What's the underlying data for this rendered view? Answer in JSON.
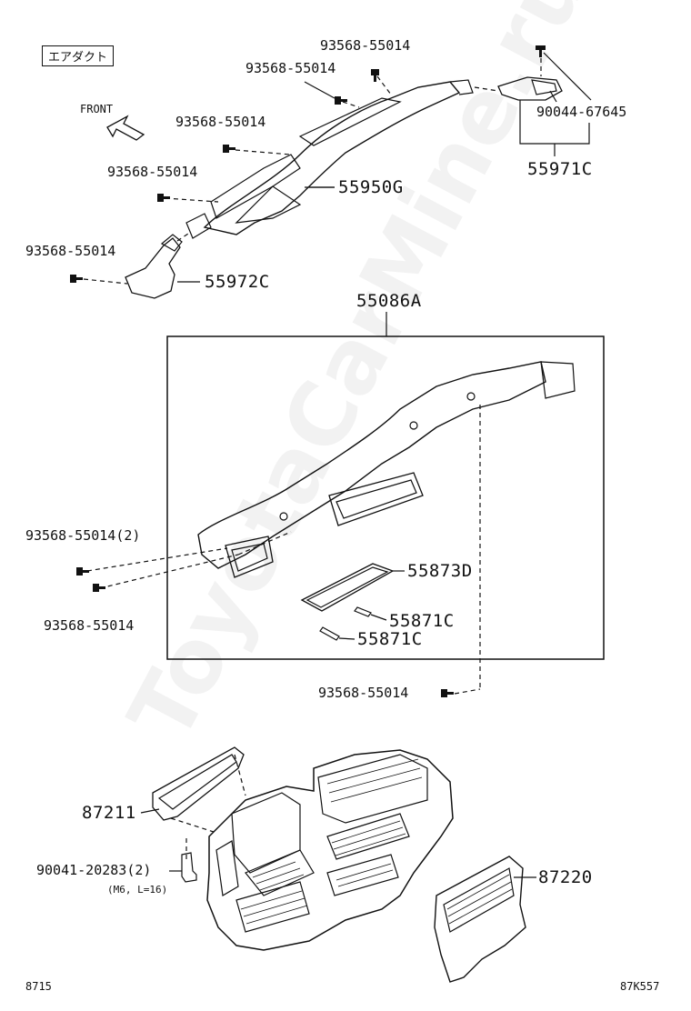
{
  "header_tag": "エアダクト",
  "front_label": "FRONT",
  "watermark": "ToyotaCarMine.ru",
  "labels": {
    "bolt_top_a": "93568-55014",
    "bolt_top_b": "93568-55014",
    "bolt_mid_a": "93568-55014",
    "bolt_mid_b": "93568-55014",
    "bolt_left": "93568-55014",
    "clip_90044": "90044-67645",
    "part_55971c": "55971C",
    "part_55950g": "55950G",
    "part_55972c": "55972C",
    "part_55086a": "55086A",
    "bolt_qty2": "93568-55014(2)",
    "bolt_box_b": "93568-55014",
    "part_55873d": "55873D",
    "part_55871c_a": "55871C",
    "part_55871c_b": "55871C",
    "bolt_lower": "93568-55014",
    "part_87211": "87211",
    "bolt_90041": "90041-20283(2)",
    "bolt_90041_spec": "(M6, L=16)",
    "part_87220": "87220",
    "page_left": "8715",
    "page_right": "87K557"
  }
}
